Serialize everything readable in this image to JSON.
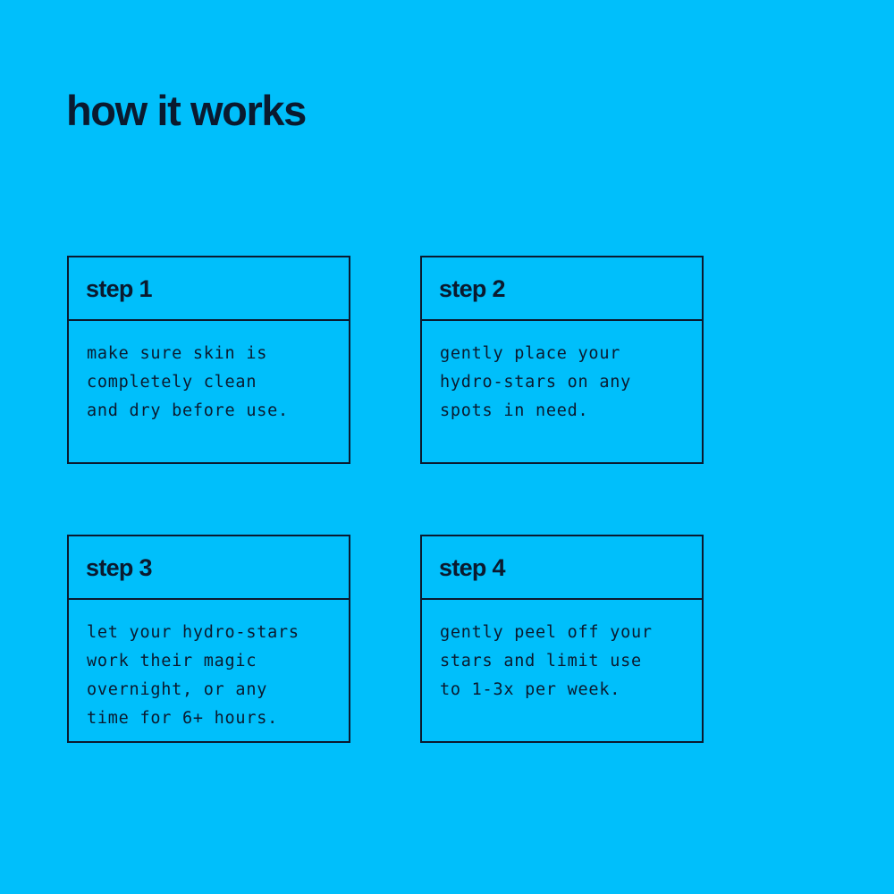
{
  "page": {
    "title": "how it works",
    "background_color": "#00bffb",
    "ink_color": "#0a1a2f"
  },
  "steps": [
    {
      "title": "step 1",
      "text": "make sure skin is\ncompletely clean\nand dry before use."
    },
    {
      "title": "step 2",
      "text": "gently place your\nhydro-stars on any\nspots in need."
    },
    {
      "title": "step 3",
      "text": "let your hydro-stars\nwork their magic\novernight, or any\ntime for 6+ hours."
    },
    {
      "title": "step 4",
      "text": "gently peel off your\nstars and limit use\nto 1-3x per week."
    }
  ]
}
